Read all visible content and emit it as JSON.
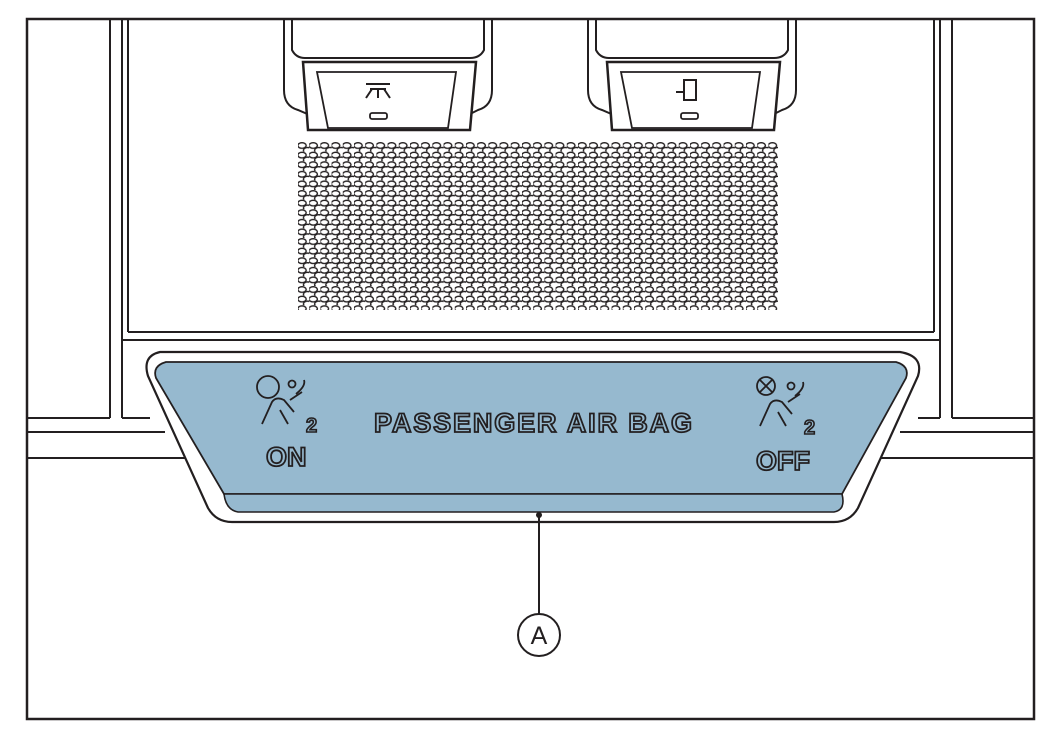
{
  "panel": {
    "label": "PASSENGER AIR BAG",
    "on_indicator": {
      "icon": "airbag-on-icon",
      "seat_number": "2",
      "label": "ON"
    },
    "off_indicator": {
      "icon": "airbag-off-icon",
      "seat_number": "2",
      "label": "OFF"
    },
    "color": "#96b9cf"
  },
  "callout": {
    "letter": "A"
  },
  "buttons": [
    {
      "icon": "map-light-icon"
    },
    {
      "icon": "seat-light-icon"
    }
  ],
  "colors": {
    "line": "#231f20",
    "panel_fill": "#96b9cf",
    "background": "#ffffff"
  }
}
